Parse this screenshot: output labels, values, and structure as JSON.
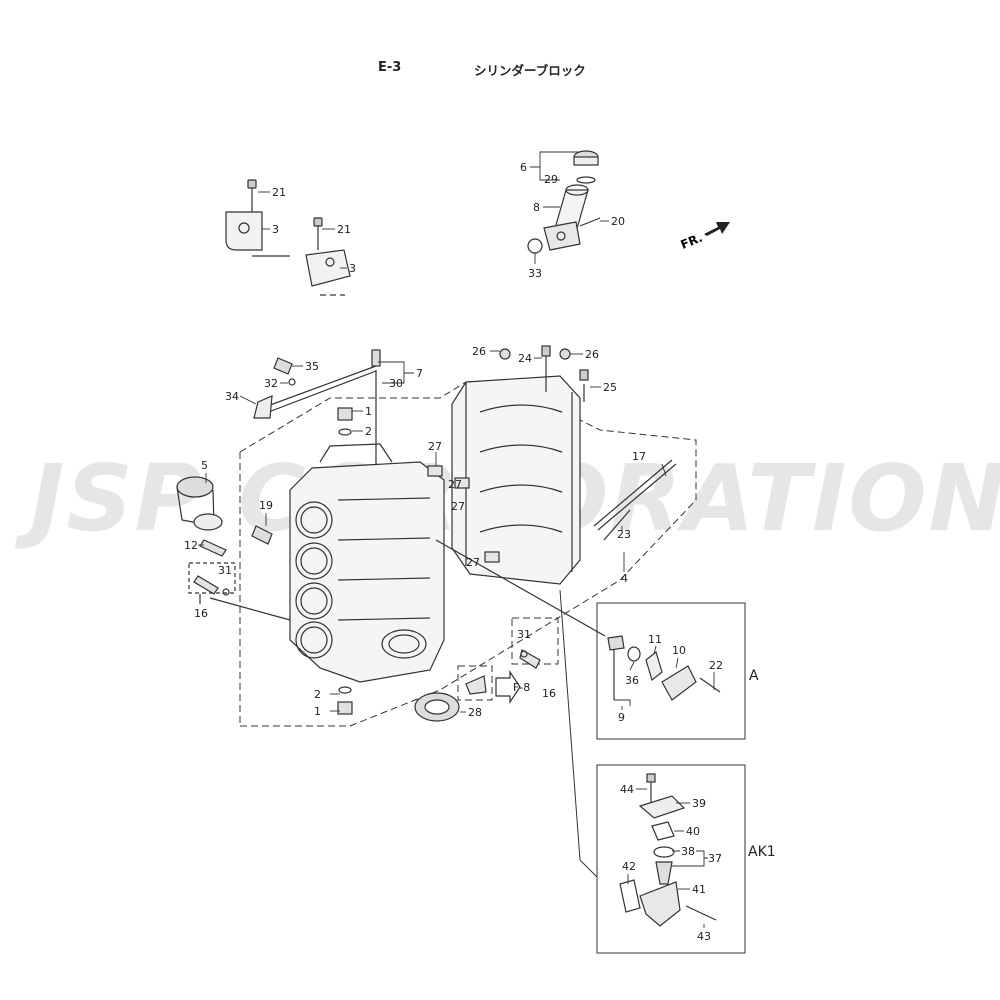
{
  "header": {
    "code": "E-3",
    "title": "シリンダーブロック"
  },
  "watermark": "JSP CORPORATION",
  "direction_marker": "FR.",
  "reference": "F-8",
  "insets": [
    {
      "label": "A"
    },
    {
      "label": "AK1"
    }
  ],
  "callouts": [
    {
      "ref": "21"
    },
    {
      "ref": "3"
    },
    {
      "ref": "21"
    },
    {
      "ref": "3"
    },
    {
      "ref": "6"
    },
    {
      "ref": "29"
    },
    {
      "ref": "8"
    },
    {
      "ref": "20"
    },
    {
      "ref": "33"
    },
    {
      "ref": "35"
    },
    {
      "ref": "32"
    },
    {
      "ref": "34"
    },
    {
      "ref": "7"
    },
    {
      "ref": "30"
    },
    {
      "ref": "26"
    },
    {
      "ref": "24"
    },
    {
      "ref": "26"
    },
    {
      "ref": "25"
    },
    {
      "ref": "1"
    },
    {
      "ref": "2"
    },
    {
      "ref": "27"
    },
    {
      "ref": "27"
    },
    {
      "ref": "27"
    },
    {
      "ref": "27"
    },
    {
      "ref": "17"
    },
    {
      "ref": "23"
    },
    {
      "ref": "4"
    },
    {
      "ref": "5"
    },
    {
      "ref": "19"
    },
    {
      "ref": "12"
    },
    {
      "ref": "31"
    },
    {
      "ref": "16"
    },
    {
      "ref": "31"
    },
    {
      "ref": "16"
    },
    {
      "ref": "2"
    },
    {
      "ref": "1"
    },
    {
      "ref": "28"
    },
    {
      "ref": "11"
    },
    {
      "ref": "10"
    },
    {
      "ref": "22"
    },
    {
      "ref": "36"
    },
    {
      "ref": "9"
    },
    {
      "ref": "44"
    },
    {
      "ref": "39"
    },
    {
      "ref": "40"
    },
    {
      "ref": "38"
    },
    {
      "ref": "37"
    },
    {
      "ref": "42"
    },
    {
      "ref": "41"
    },
    {
      "ref": "43"
    }
  ]
}
